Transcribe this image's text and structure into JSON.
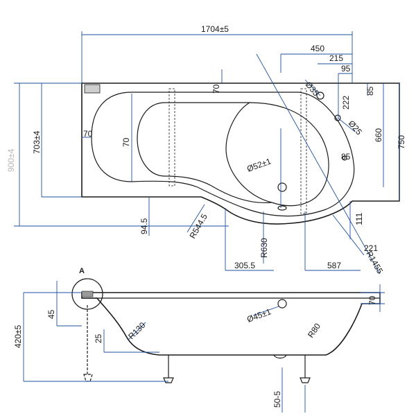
{
  "drawing": {
    "detail_marker": "A",
    "plan_view": {
      "overall_length": "1704±5",
      "overall_width": "900±4",
      "inner_width": "703±4",
      "dims_top_right": [
        "450",
        "215",
        "95",
        "222",
        "85"
      ],
      "hole_small_1": "Ø35",
      "hole_small_2": "Ø25",
      "depth_660": "660",
      "depth_750": "750",
      "rim_70_top": "70",
      "rim_70_left": "70",
      "rim_70_inner": "70",
      "dim_85_lower": "85",
      "drain": "Ø52±1",
      "dim_94_5": "94.5",
      "radius_544_5": "R544.5",
      "radius_630": "R630",
      "radius_1455": "R1455",
      "dim_305_5": "305.5",
      "dim_587": "587",
      "dim_221": "221",
      "dim_111": "111"
    },
    "side_view": {
      "height": "420±5",
      "dim_45": "45",
      "dim_25": "25",
      "radius_130": "R130",
      "overflow": "Ø45±1",
      "radius_80": "R80",
      "rim_70": "70",
      "leg_adjust": "50-5"
    }
  }
}
